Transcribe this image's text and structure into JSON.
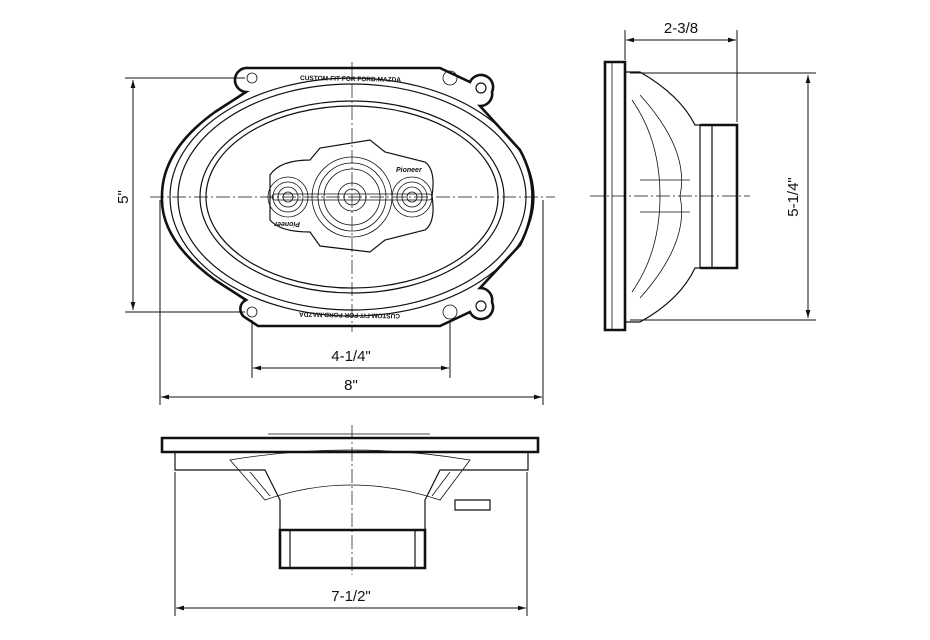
{
  "front_view": {
    "label_top": "CUSTOM-FIT FOR FORD.MAZDA",
    "label_bottom": "CUSTOM-FIT FOR FORD.MAZDA",
    "brand_top": "Pioneer",
    "brand_bottom": "Pioneer"
  },
  "dimensions": {
    "front_height": "5\"",
    "mount_spacing": "4-1/4\"",
    "front_width": "8\"",
    "side_depth": "2-3/8",
    "side_height": "5-1/4\"",
    "bottom_width": "7-1/2\""
  }
}
